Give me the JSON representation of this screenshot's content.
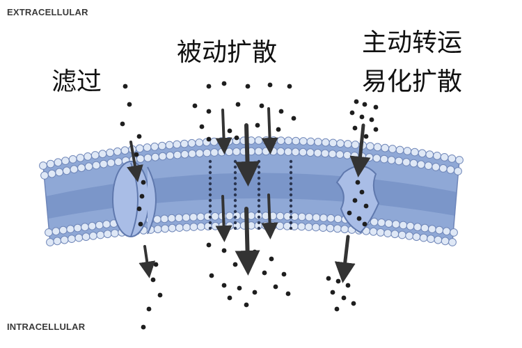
{
  "labels": {
    "extracellular": "EXTRACELLULAR",
    "intracellular": "INTRACELLULAR",
    "filtration": "滤过",
    "passive_diffusion": "被动扩散",
    "active_transport": "主动转运",
    "facilitated_diffusion": "易化扩散"
  },
  "colors": {
    "membrane_blue": "#8fa8d6",
    "head_fill": "#dfe8f6",
    "head_stroke": "#6f86b8",
    "tail_band": "#6b86c0",
    "channel_fill": "#a9bde6",
    "arrow": "#333333",
    "molecule": "#1e1e1e",
    "text": "#111111"
  },
  "icons": [
    "down-arrow-icon",
    "molecule-dot-icon",
    "channel-protein-icon",
    "carrier-protein-icon"
  ]
}
